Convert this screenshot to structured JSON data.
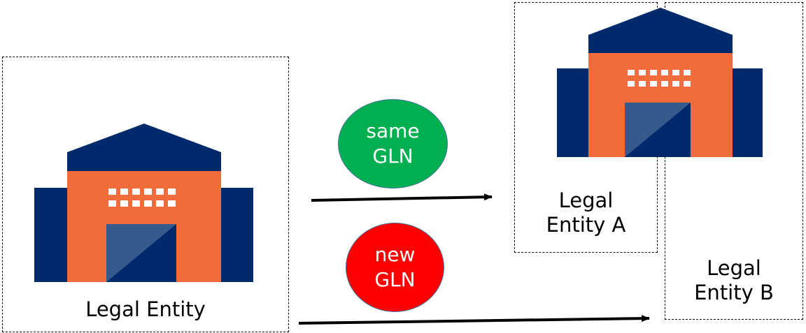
{
  "entities": {
    "source_label": "Legal Entity",
    "target_a_label_line1": "Legal",
    "target_a_label_line2": "Entity A",
    "target_b_label_line1": "Legal",
    "target_b_label_line2": "Entity B"
  },
  "transitions": {
    "same": {
      "line1": "same",
      "line2": "GLN"
    },
    "new": {
      "line1": "new",
      "line2": "GLN"
    }
  },
  "colors": {
    "roof_navy": "#002a6c",
    "wall_orange": "#f26b3a",
    "door_blue": "#355b8c",
    "same_gln_green": "#00b050",
    "new_gln_red": "#ff0000",
    "arrow": "#000000"
  },
  "icons": [
    "building-icon",
    "building-icon"
  ]
}
